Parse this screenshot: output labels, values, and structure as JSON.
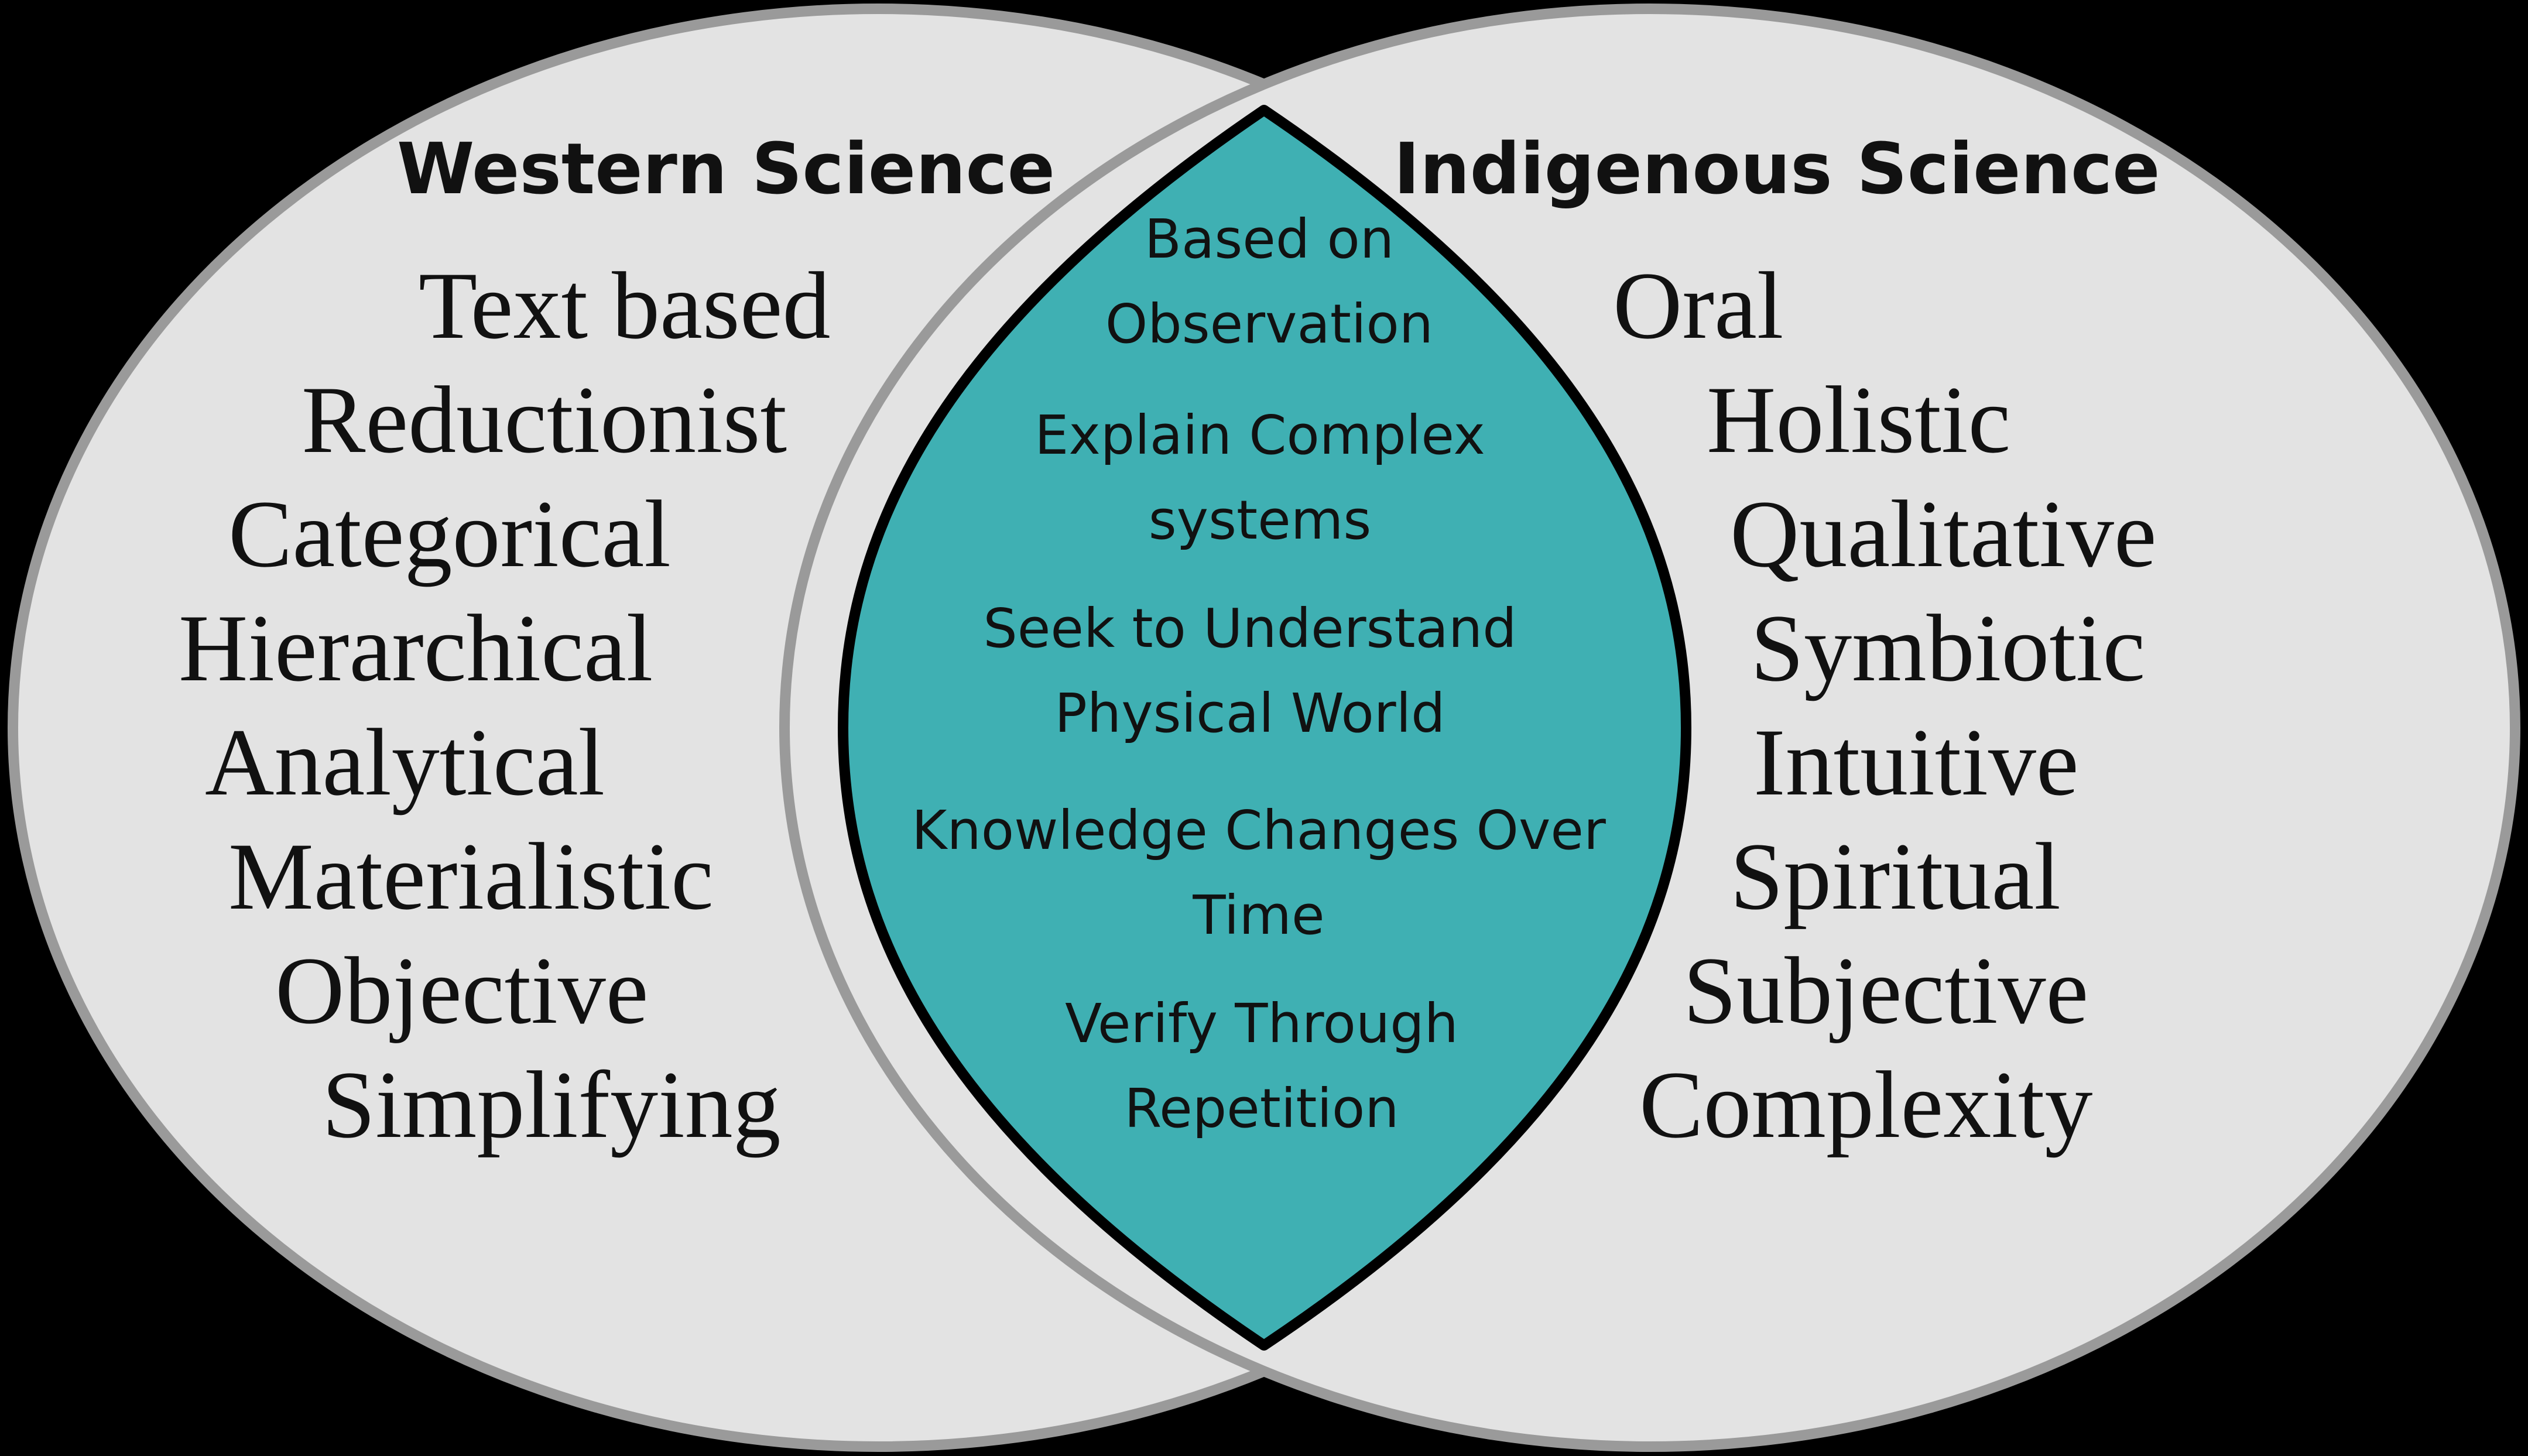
{
  "colors": {
    "background": "#000000",
    "circle_fill": "#e3e3e3",
    "circle_stroke": "#9a9a9a",
    "overlap_fill": "#3fb0b3",
    "overlap_stroke": "#000000"
  },
  "left_set": {
    "title": "Western Science",
    "traits": [
      "Text based",
      "Reductionist",
      "Categorical",
      "Hierarchical",
      "Analytical",
      "Materialistic",
      "Objective",
      "Simplifying"
    ]
  },
  "right_set": {
    "title": "Indigenous Science",
    "traits": [
      "Oral",
      "Holistic",
      "Qualitative",
      "Symbiotic",
      "Intuitive",
      "Spiritual",
      "Subjective",
      "Complexity"
    ]
  },
  "overlap": {
    "items": [
      [
        "Based on",
        "Observation"
      ],
      [
        "Explain Complex",
        "systems"
      ],
      [
        "Seek to Understand",
        "Physical World"
      ],
      [
        "Knowledge Changes Over",
        "Time"
      ],
      [
        "Verify Through",
        "Repetition"
      ]
    ]
  }
}
